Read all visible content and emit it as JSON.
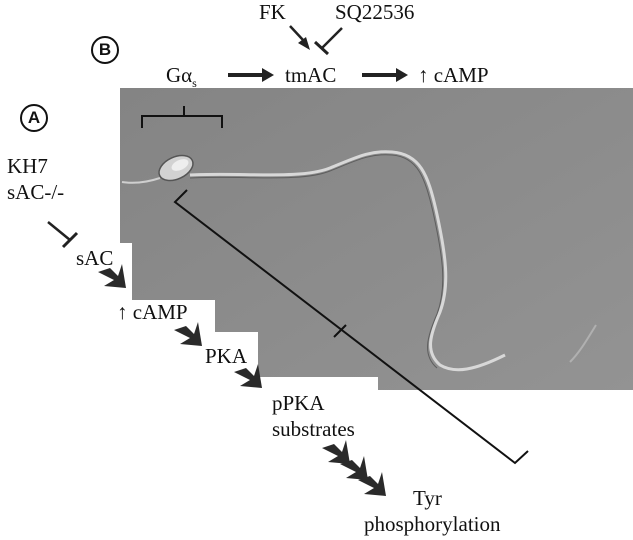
{
  "panel_a": {
    "badge": "A",
    "inhibitor_1": "KH7",
    "inhibitor_2": "sAC-/-",
    "sac": "sAC",
    "camp": "↑ cAMP",
    "pka": "PKA",
    "ppka_1": "pPKA",
    "ppka_2": "substrates",
    "tyr_1": "Tyr",
    "tyr_2": "phosphorylation"
  },
  "panel_b": {
    "badge": "B",
    "fk": "FK",
    "sq": "SQ22536",
    "galpha": "Gα",
    "galpha_sub": "s",
    "tmac": "tmAC",
    "camp": "↑ cAMP"
  },
  "colors": {
    "micrograph": "#8c8c8c",
    "ink": "#111111"
  }
}
